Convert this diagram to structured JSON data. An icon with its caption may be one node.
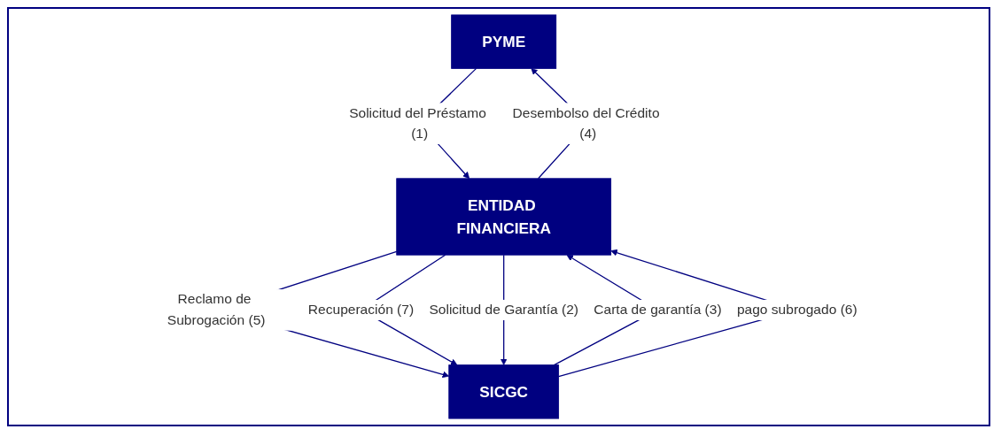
{
  "diagram": {
    "nodes": [
      {
        "text": [
          "PYME"
        ]
      },
      {
        "text": [
          "ENTIDAD FINANCIERA"
        ]
      },
      {
        "text": [
          "SICGC"
        ]
      }
    ],
    "edges": [
      {
        "from": 0,
        "to": 1,
        "arrow": "to",
        "label": "Solicitud del Préstamo (1)"
      },
      {
        "from": 1,
        "to": 0,
        "arrow": "to",
        "label": "Desembolso del Crédito (4)"
      },
      {
        "from": 1,
        "to": 2,
        "arrow": "to",
        "label": "Reclamo de Subrogación (5)"
      },
      {
        "from": 1,
        "to": 2,
        "arrow": "to",
        "label": "Recuperación (7)"
      },
      {
        "from": 1,
        "to": 2,
        "arrow": "to",
        "label": "Solicitud de Garantía (2)"
      },
      {
        "from": 2,
        "to": 1,
        "arrow": "to",
        "label": "Carta de garantía (3)"
      },
      {
        "from": 2,
        "to": 1,
        "arrow": "to",
        "label": "pago subrogado (6)"
      }
    ]
  }
}
